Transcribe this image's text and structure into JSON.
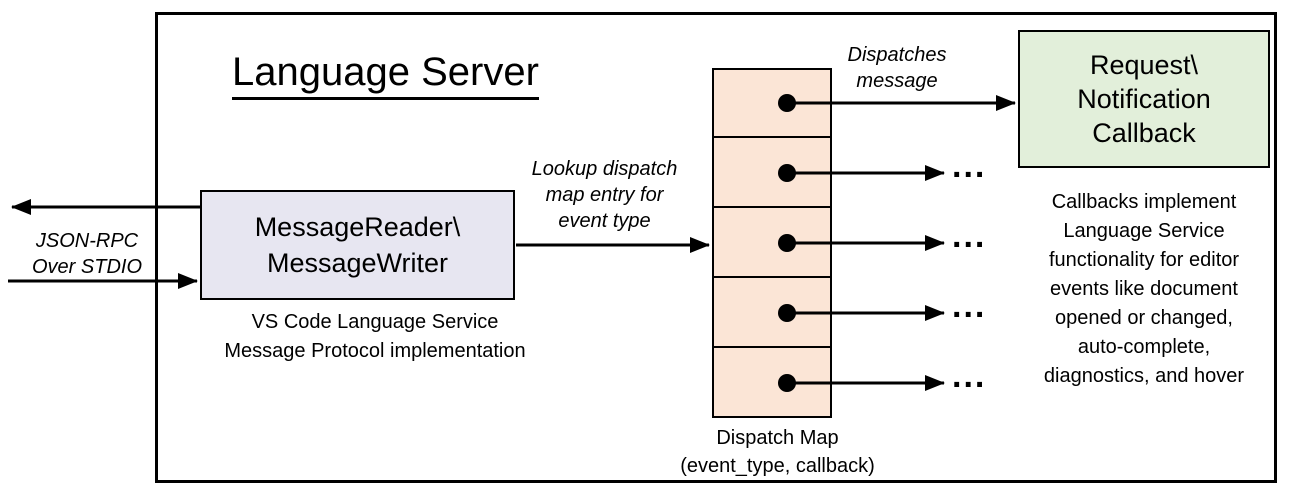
{
  "diagram": {
    "title": "Language Server",
    "stdio_label": {
      "line1": "JSON-RPC",
      "line2": "Over STDIO"
    },
    "message_box": {
      "line1": "MessageReader\\",
      "line2": "MessageWriter"
    },
    "message_box_caption": {
      "line1": "VS Code Language Service",
      "line2": "Message Protocol implementation"
    },
    "lookup_label": {
      "line1": "Lookup dispatch",
      "line2": "map entry for",
      "line3": "event type"
    },
    "dispatches_label": {
      "line1": "Dispatches",
      "line2": "message"
    },
    "callback_box": {
      "line1": "Request\\",
      "line2": "Notification",
      "line3": "Callback"
    },
    "ellipsis": "...",
    "callbacks_text": {
      "lines": [
        "Callbacks implement",
        "Language Service",
        "functionality for editor",
        "events like document",
        "opened or changed,",
        "auto-complete,",
        "diagnostics, and hover"
      ]
    },
    "dispatch_map_caption": {
      "line1": "Dispatch Map",
      "line2": "(event_type, callback)"
    },
    "colors": {
      "message_box_fill": "#e7e6f1",
      "dispatch_cell_fill": "#fbe5d6",
      "callback_box_fill": "#e2efda",
      "border": "#000000",
      "arrow": "#000000"
    }
  }
}
